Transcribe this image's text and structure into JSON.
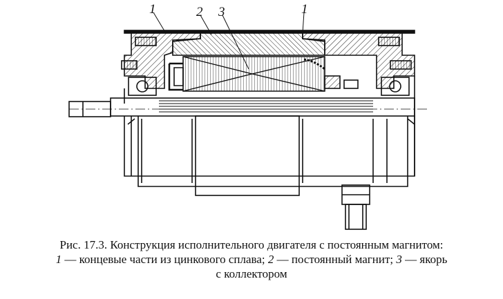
{
  "figure": {
    "callouts": [
      "1",
      "2",
      "3",
      "1"
    ]
  },
  "caption": {
    "title": "Рис. 17.3. Конструкция исполнительного двигателя с постоянным магнитом:",
    "legend": [
      {
        "num": "1",
        "text": " — концевые части из цинкового сплава; "
      },
      {
        "num": "2",
        "text": " — постоянный магнит; "
      },
      {
        "num": "3",
        "text": " — якорь"
      }
    ],
    "tail": "с коллектором"
  },
  "colors": {
    "ink": "#111111",
    "background": "#ffffff"
  }
}
